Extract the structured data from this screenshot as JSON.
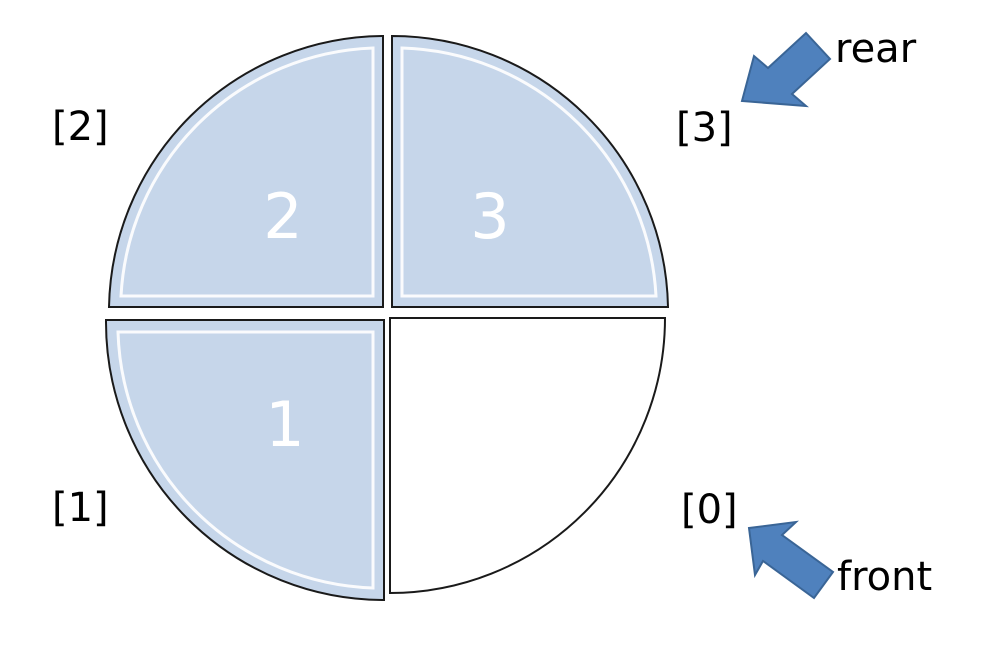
{
  "colors": {
    "filled_slot": "#c6d6ea",
    "empty_slot": "#ffffff",
    "outline": "#1a1a1a",
    "arrow": "#4f81bd",
    "arrow_outline": "#3a6596"
  },
  "queue": {
    "slots": [
      {
        "index_label": "[0]",
        "value": "",
        "filled": false
      },
      {
        "index_label": "[1]",
        "value": "1",
        "filled": true
      },
      {
        "index_label": "[2]",
        "value": "2",
        "filled": true
      },
      {
        "index_label": "[3]",
        "value": "3",
        "filled": true
      }
    ],
    "rear": {
      "label": "rear",
      "points_to": 3
    },
    "front": {
      "label": "front",
      "points_to": 0
    }
  }
}
